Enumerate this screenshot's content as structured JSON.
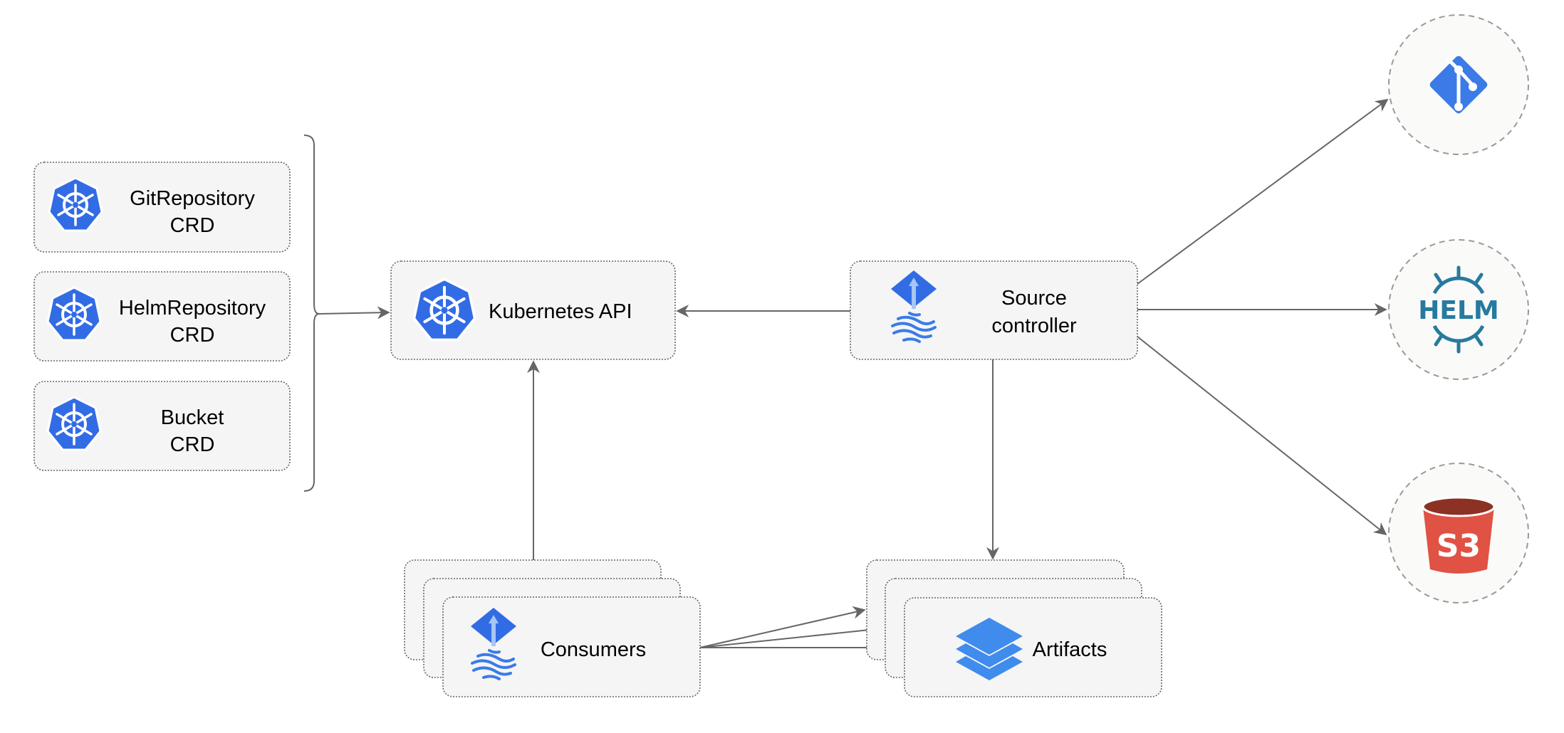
{
  "crds": [
    {
      "line1": "GitRepository",
      "line2": "CRD"
    },
    {
      "line1": "HelmRepository",
      "line2": "CRD"
    },
    {
      "line1": "Bucket",
      "line2": "CRD"
    }
  ],
  "kubernetes_api": {
    "label": "Kubernetes API"
  },
  "source_controller": {
    "line1": "Source",
    "line2": "controller"
  },
  "consumers": {
    "label": "Consumers"
  },
  "artifacts": {
    "label": "Artifacts"
  },
  "sources": {
    "helm_logo": "HELM",
    "s3_logo": "S3"
  },
  "colors": {
    "k8s_blue": "#326ce5",
    "flux_blue": "#3b7be8",
    "helm": "#277a9f",
    "s3_red": "#e05243",
    "s3_dark": "#8c3123",
    "git": "#3b7be8",
    "layers": "#3f8ced"
  },
  "icons": [
    "kubernetes-icon",
    "flux-icon",
    "git-icon",
    "helm-icon",
    "s3-bucket-icon",
    "layers-icon"
  ]
}
